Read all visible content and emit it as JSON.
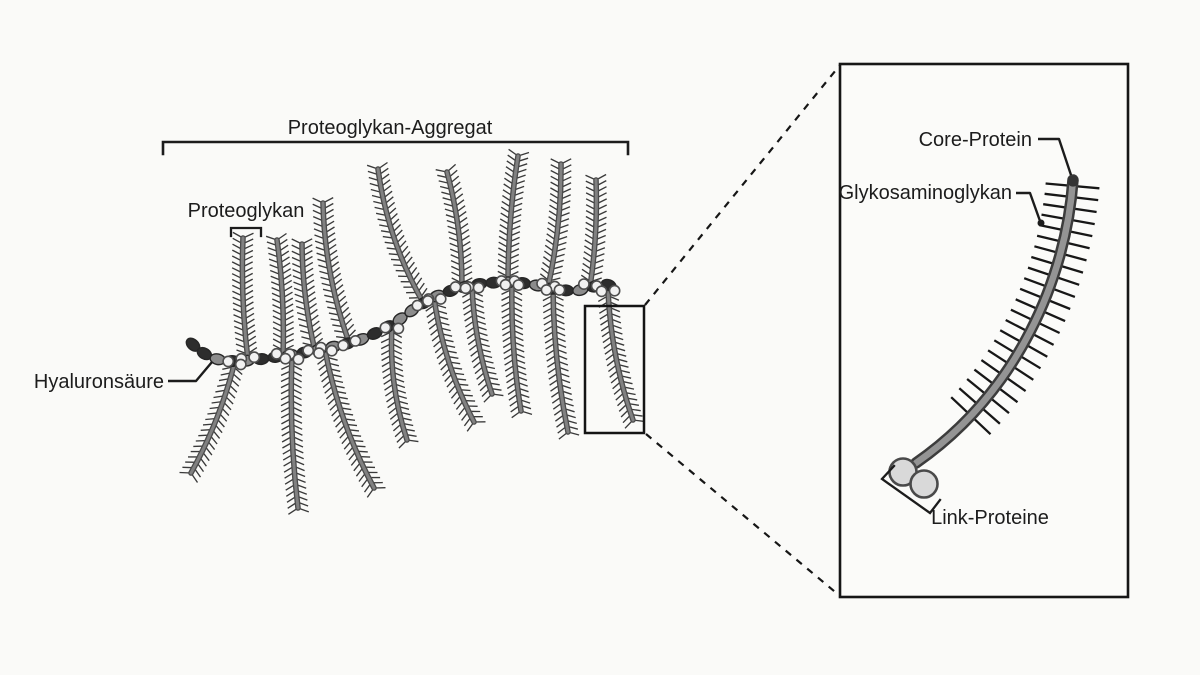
{
  "main_labels": {
    "aggregate": "Proteoglykan-Aggregat",
    "proteoglycan": "Proteoglykan",
    "hyaluronic_acid": "Hyaluronsäure"
  },
  "panel_labels": {
    "core_protein": "Core-Protein",
    "glycosaminoglycan": "Glykosaminoglykan",
    "link_proteins": "Link-Proteine"
  },
  "colors": {
    "background": "#fafaf8",
    "ink": "#1c1c1c",
    "stem_outline": "#4c4c4c",
    "stem_fill": "#818181",
    "bristle": "#3a3a3a",
    "bead_dark": "#2d2d2d",
    "bead_gray": "#8c8c8c",
    "bead_stroke": "#262626",
    "attach_circle_fill": "#f1f1f1",
    "attach_circle_stroke": "#4d4d4d",
    "core_outline": "#3c3c3c",
    "core_fill": "#949494",
    "core_cap": "#343434",
    "panel_bristle": "#171717",
    "link_circle_fill": "#d9d9d9",
    "link_circle_stroke": "#4a4a4a"
  }
}
